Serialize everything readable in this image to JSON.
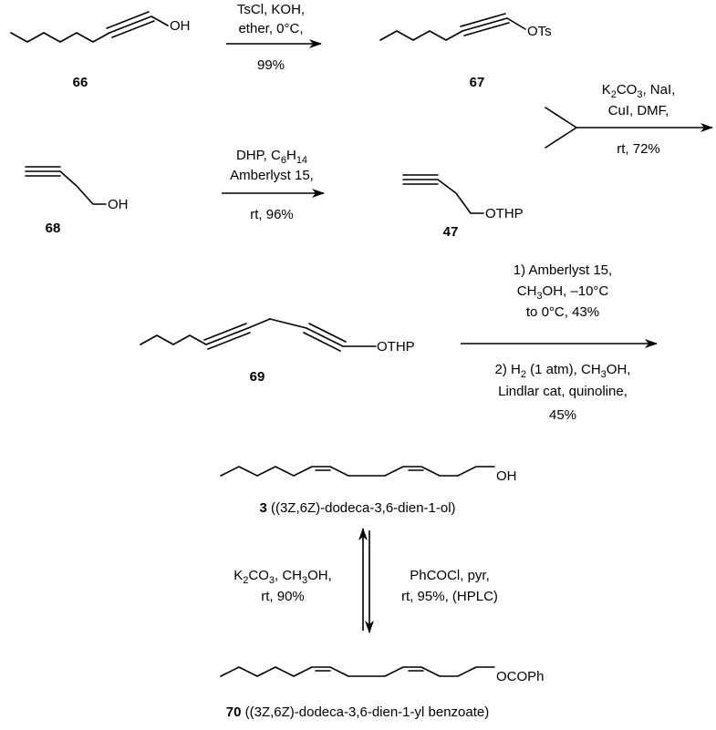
{
  "compounds": {
    "c66": {
      "number": "66",
      "group": "OH"
    },
    "c67": {
      "number": "67",
      "group": "OTs"
    },
    "c68": {
      "number": "68",
      "group": "OH"
    },
    "c47": {
      "number": "47",
      "group": "OTHP"
    },
    "c69": {
      "number": "69",
      "group": "OTHP"
    },
    "c3": {
      "number": "3",
      "name": " ((3Z,6Z)-dodeca-3,6-dien-1-ol)",
      "group": "OH"
    },
    "c70": {
      "number": "70",
      "name": " ((3Z,6Z)-dodeca-3,6-dien-1-yl benzoate)",
      "group": "OCOPh"
    }
  },
  "steps": {
    "s1": {
      "line1": "TsCl, KOH,",
      "line2": "ether, 0°C,",
      "yield": "99%"
    },
    "s2": {
      "line1a": "DHP, C",
      "line1sub": "6",
      "line1b": "H",
      "line1sub2": "14",
      "line2": "Amberlyst 15,",
      "yield": "rt, 96%"
    },
    "s3": {
      "line1a": "K",
      "line1sub": "2",
      "line1b": "CO",
      "line1sub2": "3",
      "line1c": ", NaI,",
      "line2": "CuI, DMF,",
      "yield": "rt, 72%"
    },
    "s4": {
      "a1": "1) Amberlyst 15,",
      "a2a": "CH",
      "a2sub": "3",
      "a2b": "OH, –10°C",
      "a3": "to 0°C, 43%",
      "b1a": "2) H",
      "b1sub": "2",
      "b1b": " (1 atm), CH",
      "b1sub2": "3",
      "b1c": "OH,",
      "b2": "Lindlar cat, quinoline,",
      "b3": "45%"
    },
    "s5": {
      "l1a": "K",
      "l1sub": "2",
      "l1b": "CO",
      "l1sub2": "3",
      "l1c": ", CH",
      "l1sub3": "3",
      "l1d": "OH,",
      "l2": "rt, 90%"
    },
    "s6": {
      "l1": "PhCOCl, pyr,",
      "l2": "rt, 95%, (HPLC)"
    }
  }
}
